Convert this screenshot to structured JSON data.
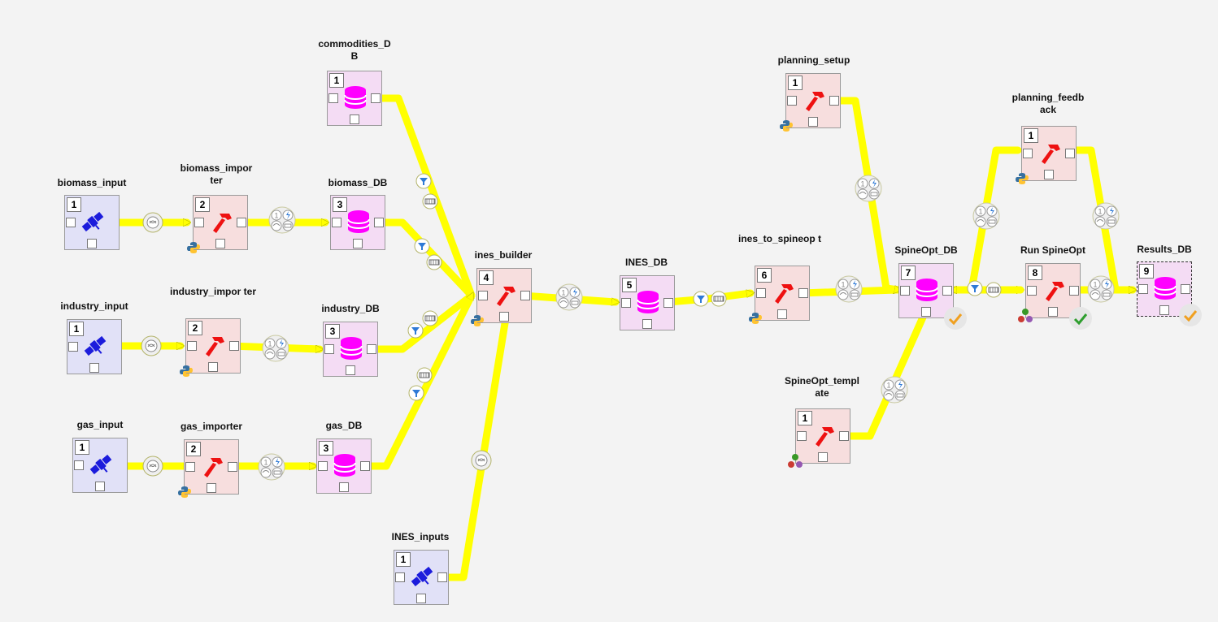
{
  "colors": {
    "link": "#ffff00",
    "data_node": "#e1e1f7",
    "tool_node": "#f7dede",
    "store_node": "#f4dcf4",
    "filter": "#2f7ad6",
    "check_ok": "#2e9e2e",
    "check_warn": "#f0a020"
  },
  "nodes": {
    "commodities_db": {
      "label": "commodities_D\nB",
      "badge": "1",
      "icon": "database-icon"
    },
    "biomass_input": {
      "label": "biomass_input",
      "badge": "1",
      "icon": "satellite-icon"
    },
    "biomass_importer": {
      "label": "biomass_impor ter",
      "badge": "2",
      "icon": "hammer-icon"
    },
    "biomass_db": {
      "label": "biomass_DB",
      "badge": "3",
      "icon": "database-icon"
    },
    "industry_input": {
      "label": "industry_input",
      "badge": "1",
      "icon": "satellite-icon"
    },
    "industry_importer": {
      "label": "industry_impor ter",
      "badge": "2",
      "icon": "hammer-icon"
    },
    "industry_db": {
      "label": "industry_DB",
      "badge": "3",
      "icon": "database-icon"
    },
    "gas_input": {
      "label": "gas_input",
      "badge": "1",
      "icon": "satellite-icon"
    },
    "gas_importer": {
      "label": "gas_importer",
      "badge": "2",
      "icon": "hammer-icon"
    },
    "gas_db": {
      "label": "gas_DB",
      "badge": "3",
      "icon": "database-icon"
    },
    "ines_builder": {
      "label": "ines_builder",
      "badge": "4",
      "icon": "hammer-icon"
    },
    "ines_inputs": {
      "label": "INES_inputs",
      "badge": "1",
      "icon": "satellite-icon"
    },
    "ines_db": {
      "label": "INES_DB",
      "badge": "5",
      "icon": "database-icon"
    },
    "ines_to_spineopt": {
      "label": "ines_to_spineop t",
      "badge": "6",
      "icon": "hammer-icon"
    },
    "planning_setup": {
      "label": "planning_setup",
      "badge": "1",
      "icon": "hammer-icon"
    },
    "spineopt_template": {
      "label": "SpineOpt_templ ate",
      "badge": "1",
      "icon": "hammer-icon"
    },
    "spineopt_db": {
      "label": "SpineOpt_DB",
      "badge": "7",
      "icon": "database-icon"
    },
    "planning_feedback": {
      "label": "planning_feedb ack",
      "badge": "1",
      "icon": "hammer-icon"
    },
    "run_spineopt": {
      "label": "Run SpineOpt",
      "badge": "8",
      "icon": "hammer-icon"
    },
    "results_db": {
      "label": "Results_DB",
      "badge": "9",
      "icon": "database-icon"
    }
  },
  "link_badge_text": "1"
}
